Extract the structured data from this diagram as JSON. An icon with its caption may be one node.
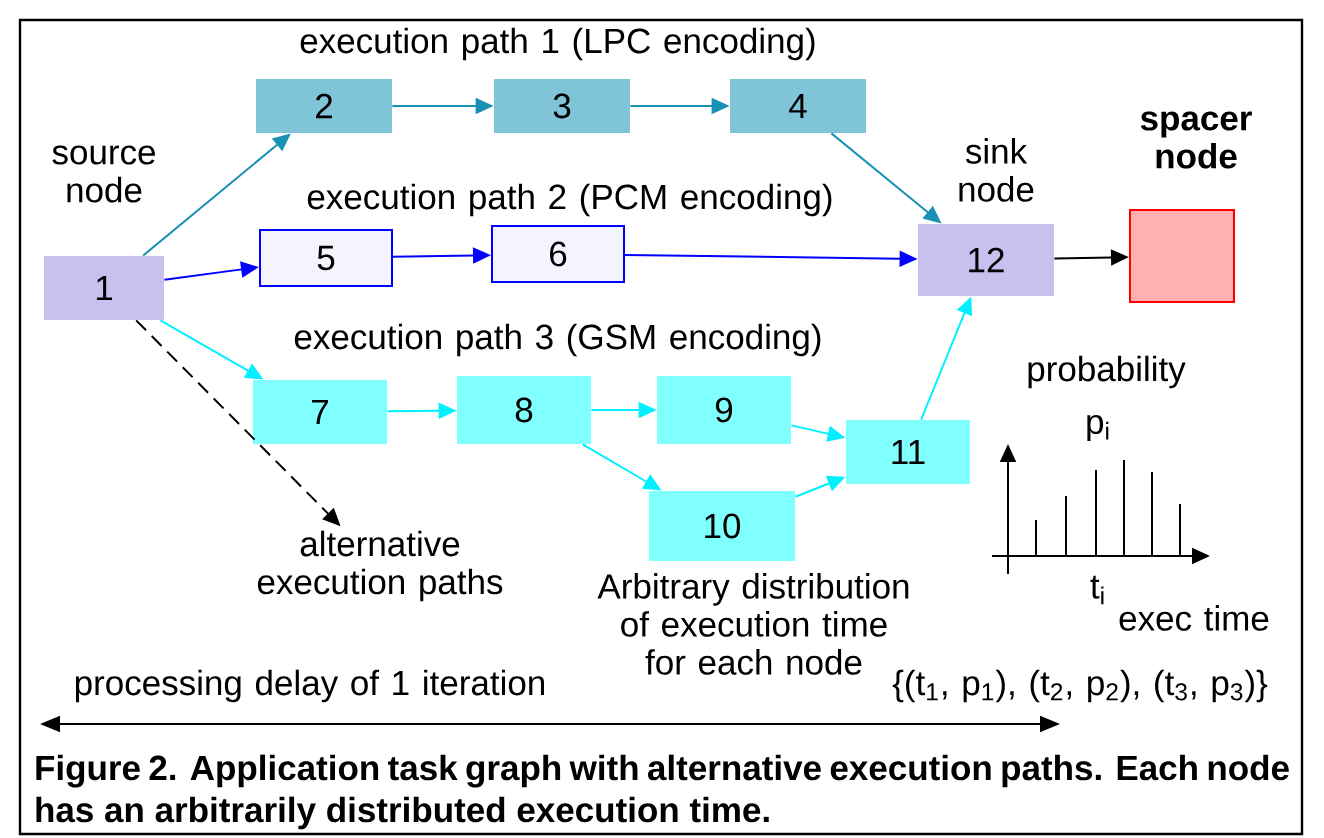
{
  "diagram": {
    "caption": "Figure 2. Application task graph with alternative execution paths. Each node has an arbitrarily distributed execution time.",
    "nodes": [
      {
        "text": [
          "1"
        ],
        "beside": [
          "source node"
        ]
      },
      {
        "text": [
          "2"
        ]
      },
      {
        "text": [
          "3"
        ]
      },
      {
        "text": [
          "4"
        ]
      },
      {
        "text": [
          "5"
        ]
      },
      {
        "text": [
          "6"
        ]
      },
      {
        "text": [
          "7"
        ]
      },
      {
        "text": [
          "8"
        ]
      },
      {
        "text": [
          "9"
        ]
      },
      {
        "text": [
          "10"
        ]
      },
      {
        "text": [
          "11"
        ]
      },
      {
        "text": [
          "12"
        ],
        "beside": [
          "sink node"
        ]
      },
      {
        "text": [],
        "shape": "box",
        "beside": [
          "spacer node"
        ]
      },
      {
        "text": [
          "alternative execution paths"
        ]
      }
    ],
    "edges": [
      {
        "from": 0,
        "to": 1,
        "arrow": "to",
        "color": "#1a90b4"
      },
      {
        "from": 1,
        "to": 2,
        "arrow": "to",
        "color": "#1a90b4"
      },
      {
        "from": 2,
        "to": 3,
        "arrow": "to",
        "color": "#1a90b4"
      },
      {
        "from": 3,
        "to": 11,
        "arrow": "to",
        "color": "#1a90b4"
      },
      {
        "from": 0,
        "to": 4,
        "arrow": "to",
        "color": "#0000ff"
      },
      {
        "from": 4,
        "to": 5,
        "arrow": "to",
        "color": "#0000ff"
      },
      {
        "from": 5,
        "to": 11,
        "arrow": "to",
        "color": "#0000ff"
      },
      {
        "from": 0,
        "to": 6,
        "arrow": "to"
      },
      {
        "from": 6,
        "to": 7,
        "arrow": "to"
      },
      {
        "from": 7,
        "to": 8,
        "arrow": "to"
      },
      {
        "from": 7,
        "to": 9,
        "arrow": "to"
      },
      {
        "from": 8,
        "to": 10,
        "arrow": "to"
      },
      {
        "from": 9,
        "to": 10,
        "arrow": "to"
      },
      {
        "from": 10,
        "to": 11,
        "arrow": "to"
      },
      {
        "from": 11,
        "to": 12,
        "arrow": "to",
        "color": "#000000"
      },
      {
        "from": 0,
        "to": 13,
        "arrow": "to",
        "style": "dashed",
        "color": "#000000"
      }
    ],
    "labels": [
      "execution path 1 (LPC encoding)",
      "execution path 2 (PCM encoding)",
      "execution path 3 (GSM encoding)",
      "probability",
      "p$_{i}$",
      "t$_{i}$",
      "exec time",
      "Arbitrary distribution of execution time for each node",
      "processing delay of 1 iteration",
      "{(t$_{1}$, p$_{1}$), (t$_{2}$, p$_{2}$), (t$_{3}$, p$_{3}$)}"
    ]
  }
}
